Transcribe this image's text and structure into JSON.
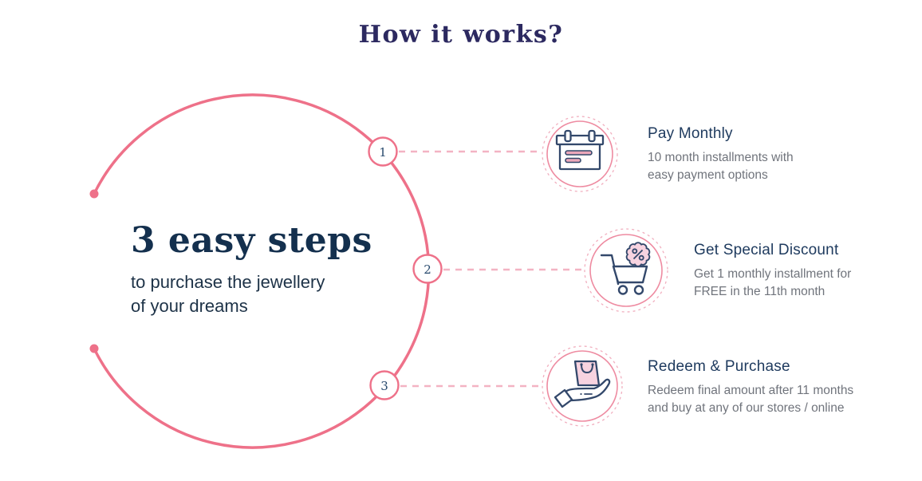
{
  "header": {
    "title": "How it works?"
  },
  "hero": {
    "title": "3 easy steps",
    "subtitle_lines": [
      "to purchase the jewellery",
      "of your dreams"
    ]
  },
  "steps": [
    {
      "number": "1",
      "icon": "calendar-icon",
      "title": "Pay Monthly",
      "desc_lines": [
        "10 month installments with",
        "easy payment options"
      ]
    },
    {
      "number": "2",
      "icon": "cart-discount-icon",
      "title": "Get Special Discount",
      "desc_lines": [
        "Get 1 monthly installment for",
        "FREE in the 11th month"
      ]
    },
    {
      "number": "3",
      "icon": "hand-holding-bag-icon",
      "title": "Redeem & Purchase",
      "desc_lines": [
        "Redeem final amount after 11 months",
        "and buy at any of our stores / online"
      ]
    }
  ],
  "palette": {
    "pink_arc": "#ee7189",
    "pink_connector": "#f3b3c3",
    "pink_icon_circle": "#ee8ba1",
    "pink_icon_dashed": "#f1afbf",
    "pink_fill": "#f7d3e0",
    "icon_stroke_navy": "#33486b",
    "heading_navy": "#2c2960",
    "hero_navy": "#14304e",
    "step_title_navy": "#1e3a5e",
    "description_gray": "#70747c"
  }
}
